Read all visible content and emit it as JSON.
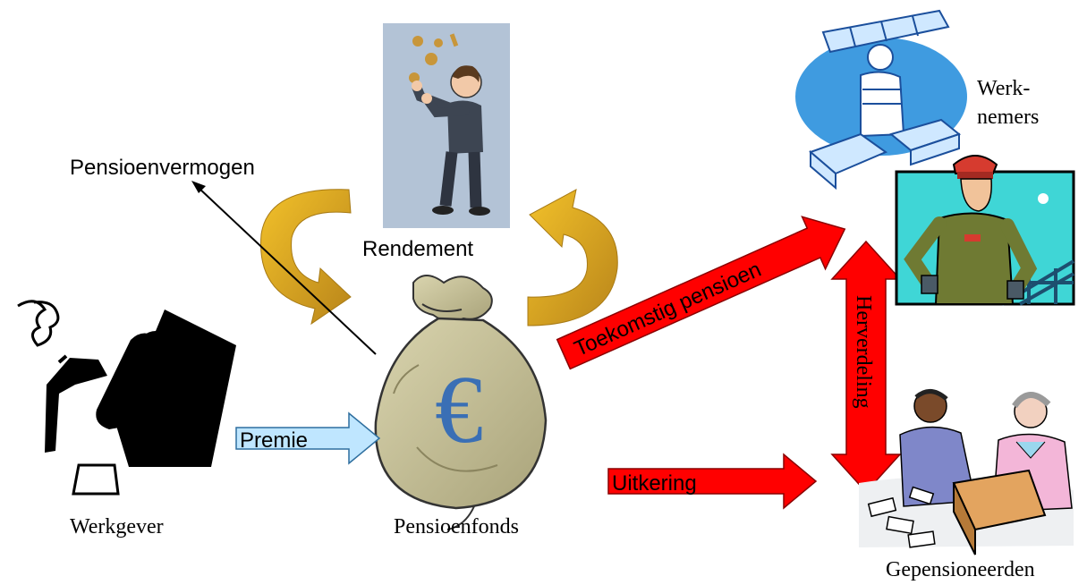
{
  "labels": {
    "pensioenvermogen": "Pensioenvermogen",
    "rendement": "Rendement",
    "premie": "Premie",
    "werkgever": "Werkgever",
    "pensioenfonds": "Pensioenfonds",
    "toekomstig_pensioen": "Toekomstig pensioen",
    "uitkering": "Uitkering",
    "herverdeling": "Herverdeling",
    "werknemers_line1": "Werk-",
    "werknemers_line2": "nemers",
    "gepensioneerden": "Gepensioneerden",
    "euro_symbol": "€"
  },
  "icons": {
    "investor": "investor-catching-coins-icon",
    "money_bag": "euro-money-bag-icon",
    "employer": "employer-silhouette-icon",
    "worker_office": "office-worker-icon",
    "worker_industrial": "industrial-worker-icon",
    "retirees": "retirees-icon"
  },
  "colors": {
    "red_arrow": "#ff0000",
    "gold_arrow": "#d9a521",
    "premie_arrow": "#bfe6ff",
    "bag": "#c8c29a",
    "euro": "#3a6fb5"
  }
}
